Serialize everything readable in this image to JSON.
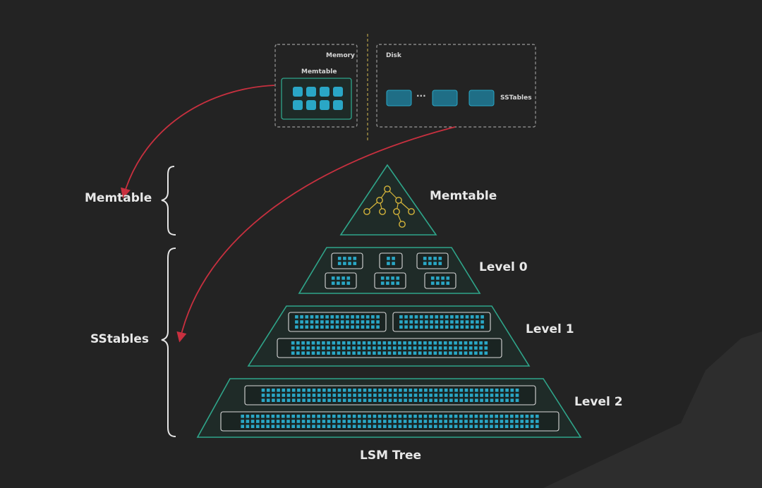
{
  "top": {
    "memory_label": "Memory",
    "memtable_label": "Memtable",
    "disk_label": "Disk",
    "sstables_label": "SSTables",
    "ellipsis": "···"
  },
  "brackets": {
    "memtable_label": "Memtable",
    "sstables_label": "SStables"
  },
  "pyramid": {
    "memtable_label": "Memtable",
    "level0_label": "Level 0",
    "level1_label": "Level 1",
    "level2_label": "Level 2",
    "footer_label": "LSM Tree"
  },
  "colors": {
    "background": "#232323",
    "teal_outline": "#2fa58a",
    "teal_fill": "#1f2b28",
    "block_fill": "#2aa7c6",
    "tree_node": "#d4b43a",
    "arrow": "#c8303f",
    "dashed": "#9a9a9a",
    "divider": "#b8a24a"
  }
}
